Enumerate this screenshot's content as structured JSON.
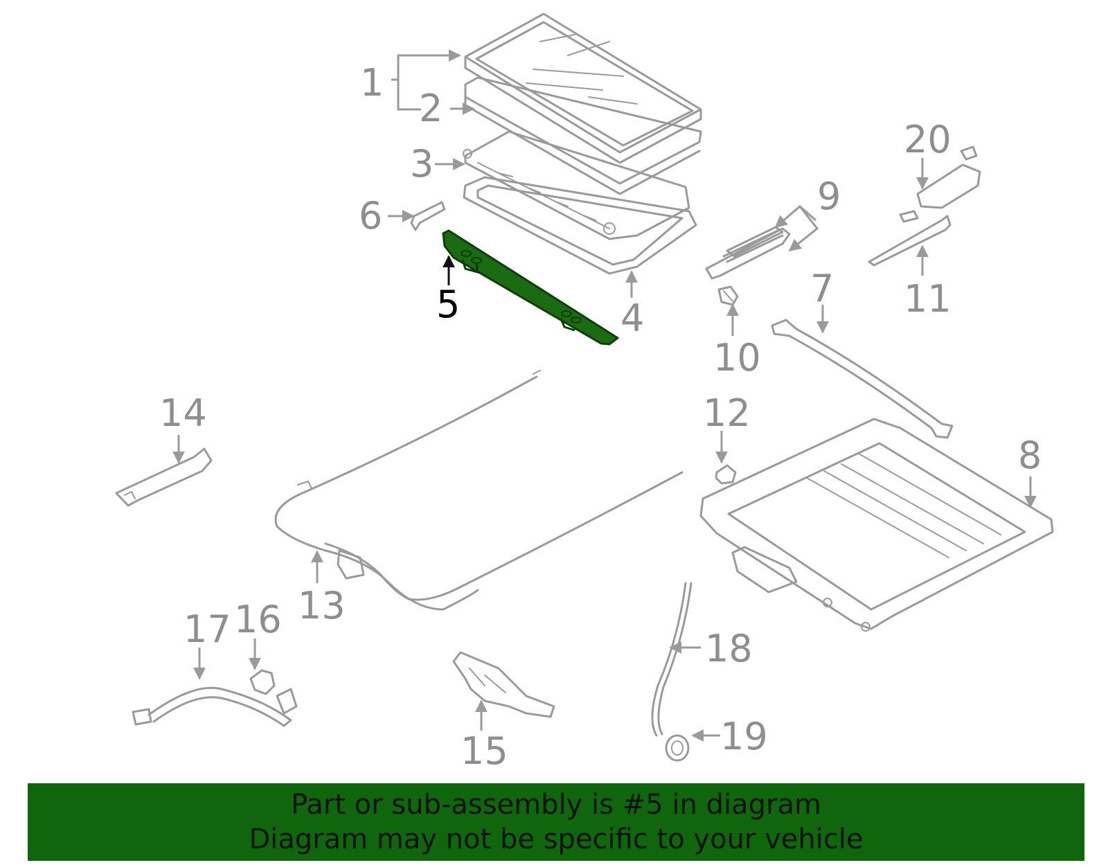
{
  "diagram": {
    "highlight_color": "#1a6b12",
    "line_color": "#9a9a9a",
    "callouts": [
      "1",
      "2",
      "3",
      "4",
      "5",
      "6",
      "7",
      "8",
      "9",
      "10",
      "11",
      "12",
      "13",
      "14",
      "15",
      "16",
      "17",
      "18",
      "19",
      "20"
    ],
    "highlighted_part": "5"
  },
  "banner": {
    "background": "#0f660c",
    "line1": "Part or sub-assembly is #5 in diagram",
    "line2": "Diagram may not be specific to your vehicle"
  }
}
